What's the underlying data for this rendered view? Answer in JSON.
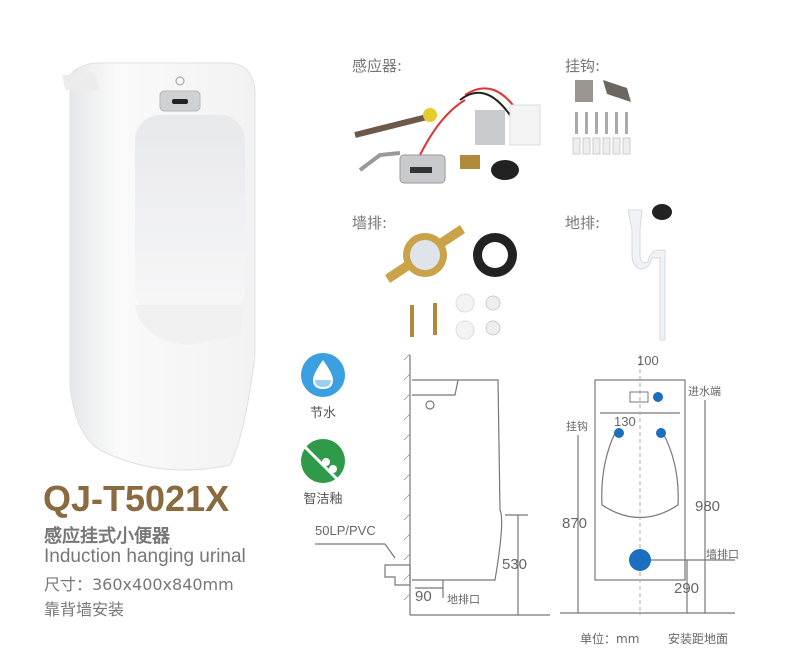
{
  "product": {
    "model": "QJ-T5021X",
    "name_cn": "感应挂式小便器",
    "name_en": "Induction hanging urinal",
    "size": "尺寸：360x400x840mm",
    "install": "靠背墙安装",
    "title_color": "#8a6a3f"
  },
  "accessories": [
    {
      "label": "感应器:"
    },
    {
      "label": "挂钩:"
    },
    {
      "label": "墙排:"
    },
    {
      "label": "地排:"
    }
  ],
  "features": [
    {
      "label": "节水",
      "icon": "water-drop-icon",
      "color": "#3aa0e0"
    },
    {
      "label": "智洁釉",
      "icon": "glaze-icon",
      "color": "#2e9a4a"
    }
  ],
  "side_drawing": {
    "pipe_label": "50LP/PVC",
    "floor_drain_offset": "90",
    "floor_drain_label": "地排口",
    "height_530": "530"
  },
  "front_drawing": {
    "inlet_offset": "100",
    "inlet_label": "进水端",
    "hook_label": "挂钩",
    "hook_spacing": "130",
    "hook_height": "870",
    "inlet_height": "980",
    "wall_drain_label": "墙排口",
    "wall_drain_height": "290",
    "unit": "单位：mm",
    "note": "安装距地面",
    "accent": "#1a6fc0"
  }
}
